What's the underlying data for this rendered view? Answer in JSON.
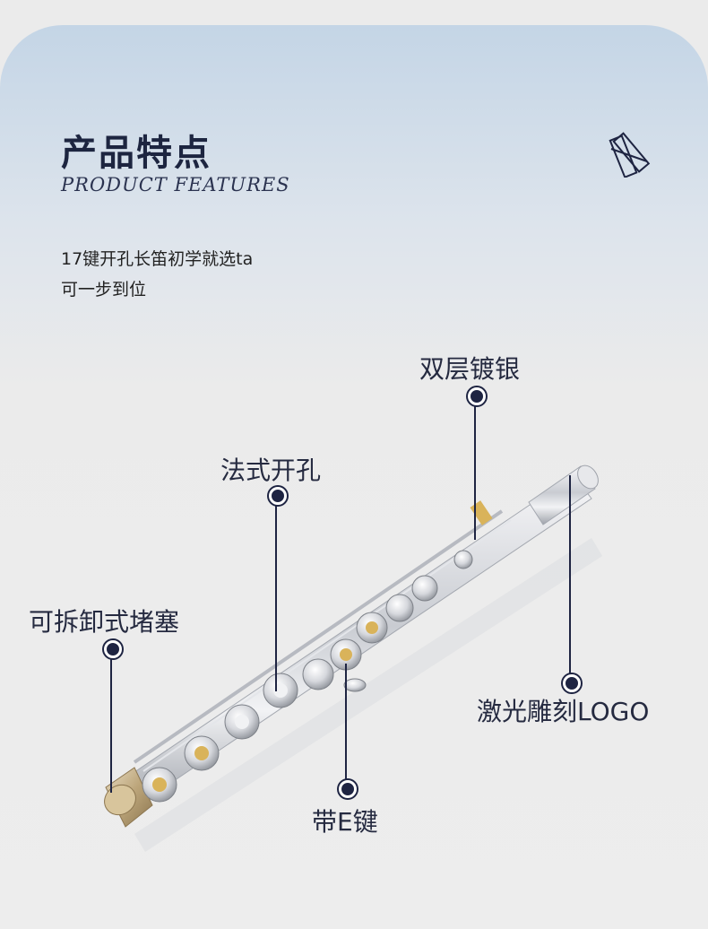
{
  "header": {
    "title_cn": "产品特点",
    "title_en": "PRODUCT FEATURES"
  },
  "intro": {
    "line1": "17键开孔长笛初学就选ta",
    "line2": "可一步到位"
  },
  "callouts": {
    "silver": "双层镀银",
    "french": "法式开孔",
    "stopper": "可拆卸式堵塞",
    "logo": "激光雕刻LOGO",
    "ekey": "带E键"
  },
  "icons": {
    "decor": "crossed-bars-icon"
  },
  "colors": {
    "navy": "#1e2442",
    "silver": "#d9dbe0",
    "gold": "#d9b35a"
  }
}
